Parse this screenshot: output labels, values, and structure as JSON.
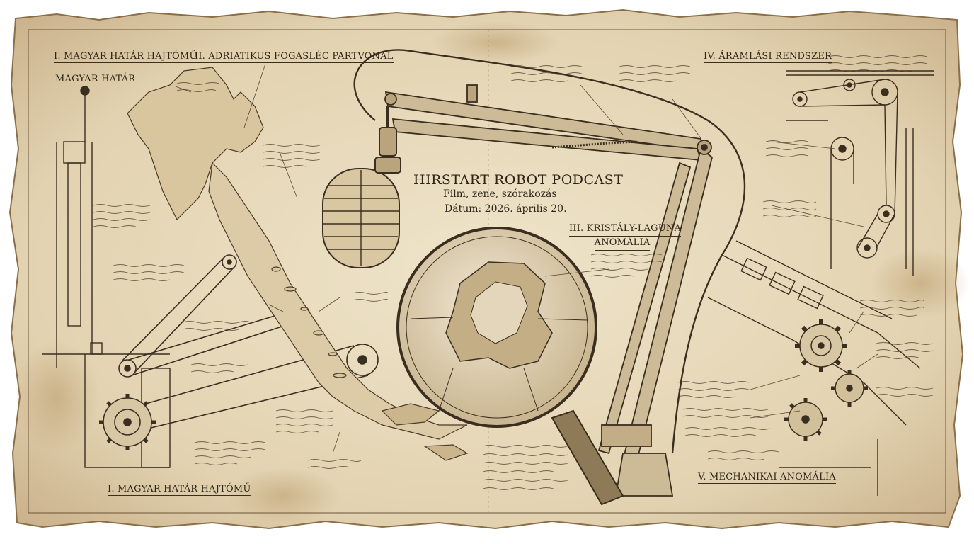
{
  "labels": {
    "title": "HIRSTART ROBOT PODCAST",
    "subtitle": "Film, zene, szórakozás",
    "date": "Dátum: 2026. április 20.",
    "sec1_top": "I. MAGYAR HATÁR HAJTÓMŰ",
    "sec1_small": "MAGYAR HATÁR",
    "sec2": "II. ADRIATIKUS FOGASLÉC PARTVONAL",
    "sec3_line1": "III. KRISTÁLY-LAGÚNA",
    "sec3_line2": "ANOMÁLIA",
    "sec4": "IV. ÁRAMLÁSI RENDSZER",
    "sec5": "V. MECHANIKAI ANOMÁLIA",
    "sec1_bottom": "I. MAGYAR HATÁR HAJTÓMŰ"
  },
  "colors": {
    "parchment": "#e6d9bd",
    "ink": "#2e2418",
    "stain": "#b99a6a"
  },
  "icons": [
    "microphone-icon",
    "magnifier-icon",
    "gear-icon",
    "pulley-icon",
    "boom-arm-icon"
  ]
}
